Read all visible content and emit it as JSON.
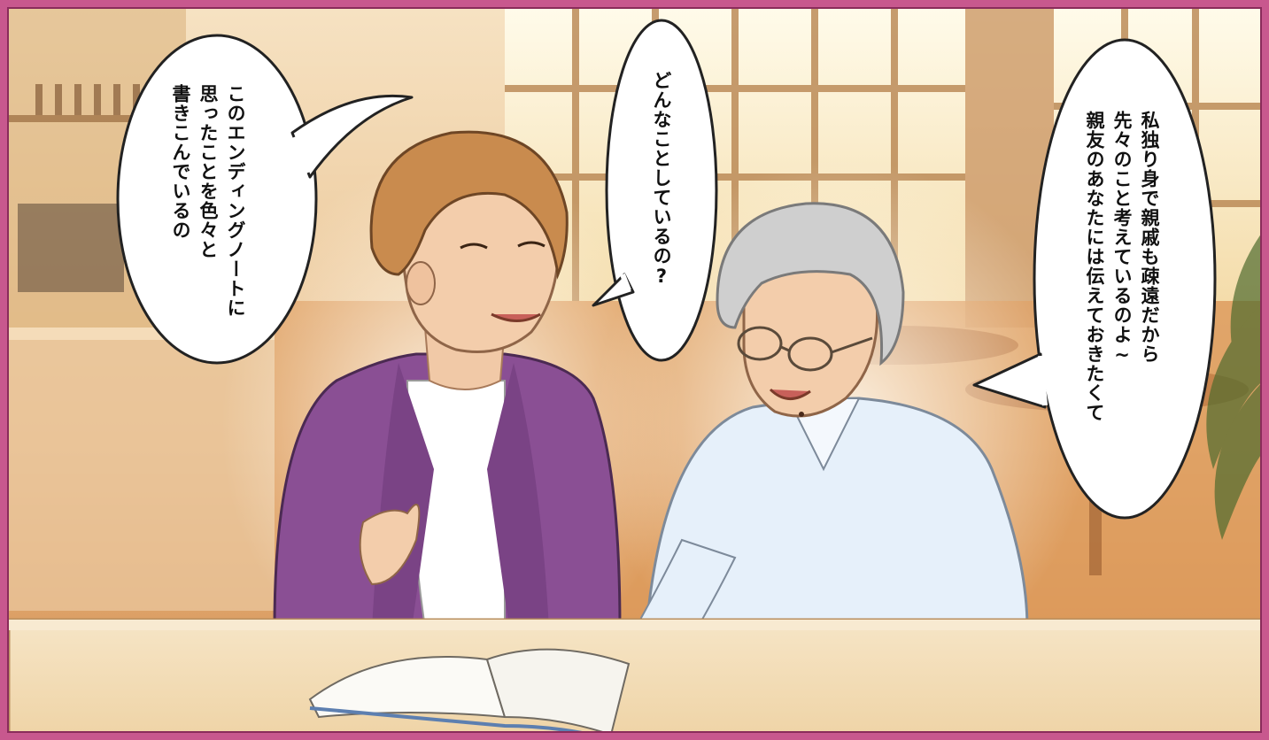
{
  "panel": {
    "colors": {
      "frame": "#c8588e",
      "window_light": "#fff6dc",
      "floor": "#d98a45",
      "table": "#f4e0bd",
      "jacket": "#8a4f94",
      "shirt": "#e6f0fa",
      "hair_brown": "#c98b4e",
      "hair_gray": "#cfcfcf"
    },
    "bubbles": {
      "left": {
        "lines": [
          "このエンディングノートに",
          "思ったことを色々と",
          "書きこんでいるの"
        ]
      },
      "middle": {
        "lines": [
          "どんなことしているの?"
        ]
      },
      "right": {
        "lines": [
          "私独り身で親戚も疎遠だから",
          "先々のこと考えているのよ~",
          "親友のあなたには伝えておきたくて"
        ]
      }
    }
  }
}
